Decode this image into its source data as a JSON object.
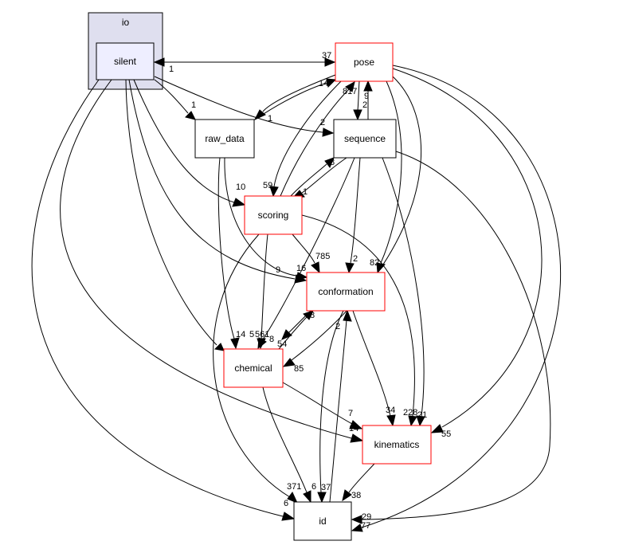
{
  "colors": {
    "cluster_fill": "#dfdfef",
    "cluster_stroke": "#000000",
    "focus_fill": "#eeeeff",
    "red_border": "#ff0000",
    "black_border": "#000000",
    "edge": "#000000"
  },
  "cluster": {
    "label": "io"
  },
  "nodes": {
    "silent": {
      "label": "silent",
      "style": "focus"
    },
    "pose": {
      "label": "pose",
      "style": "red"
    },
    "raw_data": {
      "label": "raw_data",
      "style": "black"
    },
    "sequence": {
      "label": "sequence",
      "style": "black"
    },
    "scoring": {
      "label": "scoring",
      "style": "red"
    },
    "conformation": {
      "label": "conformation",
      "style": "red"
    },
    "chemical": {
      "label": "chemical",
      "style": "red"
    },
    "kinematics": {
      "label": "kinematics",
      "style": "red"
    },
    "id": {
      "label": "id",
      "style": "black"
    }
  },
  "edges": [
    {
      "from": "silent",
      "to": "pose",
      "count": "37"
    },
    {
      "from": "pose",
      "to": "silent",
      "count": "1"
    },
    {
      "from": "silent",
      "to": "raw_data",
      "count": "1"
    },
    {
      "from": "silent",
      "to": "sequence",
      "count": "2"
    },
    {
      "from": "silent",
      "to": "scoring",
      "count": "10"
    },
    {
      "from": "silent",
      "to": "conformation",
      "count": "16"
    },
    {
      "from": "silent",
      "to": "chemical",
      "count": "14"
    },
    {
      "from": "silent",
      "to": "kinematics",
      "count": "14"
    },
    {
      "from": "silent",
      "to": "id",
      "count": "6"
    },
    {
      "from": "raw_data",
      "to": "pose",
      "count": "14"
    },
    {
      "from": "pose",
      "to": "raw_data",
      "count": "1"
    },
    {
      "from": "raw_data",
      "to": "chemical",
      "count": "5"
    },
    {
      "from": "raw_data",
      "to": "conformation",
      "count": "9"
    },
    {
      "from": "pose",
      "to": "sequence",
      "count": "9"
    },
    {
      "from": "sequence",
      "to": "pose",
      "count": "2"
    },
    {
      "from": "pose",
      "to": "scoring",
      "count": "59"
    },
    {
      "from": "scoring",
      "to": "pose",
      "count": "817"
    },
    {
      "from": "pose",
      "to": "conformation",
      "count": "82"
    },
    {
      "from": "pose",
      "to": "chemical",
      "count": "85"
    },
    {
      "from": "pose",
      "to": "kinematics",
      "count": "55"
    },
    {
      "from": "pose",
      "to": "id",
      "count": "77"
    },
    {
      "from": "sequence",
      "to": "scoring",
      "count": "1"
    },
    {
      "from": "scoring",
      "to": "sequence",
      "count": "8"
    },
    {
      "from": "sequence",
      "to": "conformation",
      "count": "2"
    },
    {
      "from": "sequence",
      "to": "chemical",
      "count": "8"
    },
    {
      "from": "sequence",
      "to": "kinematics",
      "count": "21"
    },
    {
      "from": "sequence",
      "to": "id",
      "count": "29"
    },
    {
      "from": "scoring",
      "to": "conformation",
      "count": "785"
    },
    {
      "from": "scoring",
      "to": "chemical",
      "count": "561"
    },
    {
      "from": "scoring",
      "to": "kinematics",
      "count": "228"
    },
    {
      "from": "scoring",
      "to": "id",
      "count": "371"
    },
    {
      "from": "conformation",
      "to": "chemical",
      "count": "54"
    },
    {
      "from": "chemical",
      "to": "conformation",
      "count": "8"
    },
    {
      "from": "conformation",
      "to": "kinematics",
      "count": "34"
    },
    {
      "from": "conformation",
      "to": "id",
      "count": "37"
    },
    {
      "from": "id",
      "to": "conformation",
      "count": "2"
    },
    {
      "from": "chemical",
      "to": "kinematics",
      "count": "7"
    },
    {
      "from": "chemical",
      "to": "id",
      "count": "6"
    },
    {
      "from": "kinematics",
      "to": "id",
      "count": "38"
    }
  ]
}
